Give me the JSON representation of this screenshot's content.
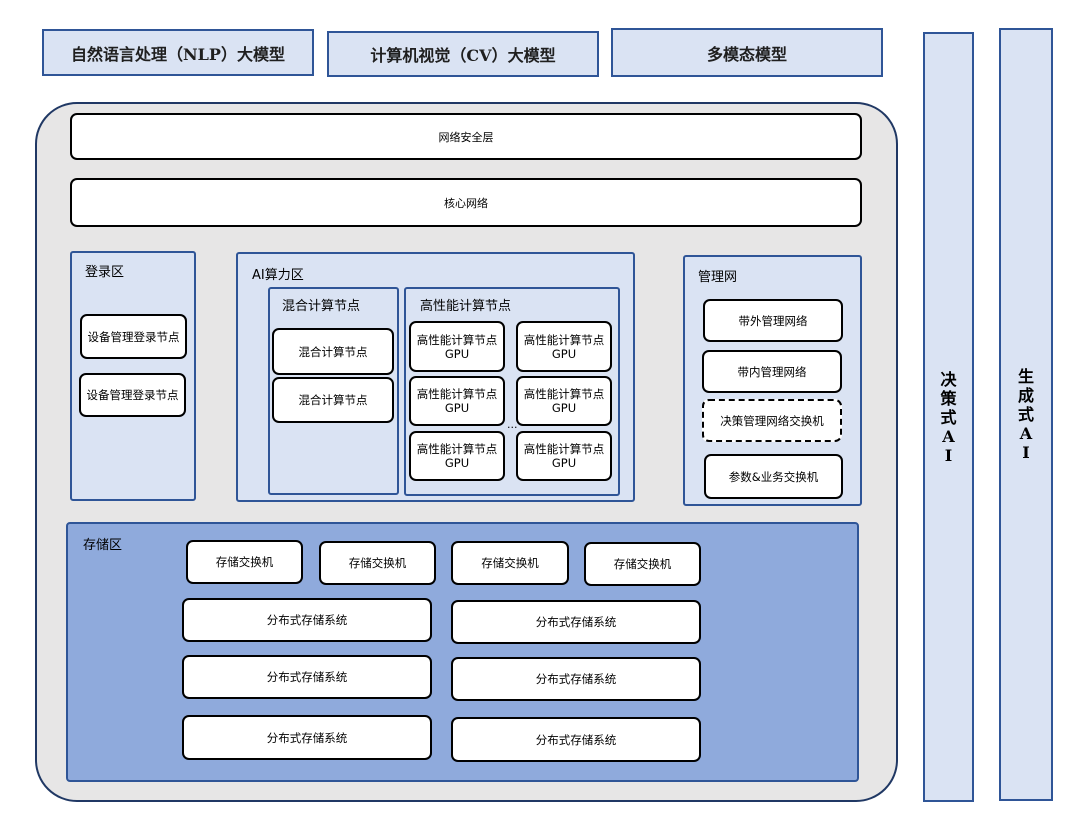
{
  "top_models": [
    "自然语言处理（NLP）大模型",
    "计算机视觉（CV）大模型",
    "多模态模型"
  ],
  "side_labels": [
    "决策式AI",
    "生成式AI"
  ],
  "layers": {
    "security": "网络安全层",
    "core": "核心网络"
  },
  "login_zone": {
    "title": "登录区",
    "nodes": [
      "设备管理登录节点",
      "设备管理登录节点"
    ]
  },
  "ai_zone": {
    "title": "AI算力区",
    "mixed": {
      "title": "混合计算节点",
      "nodes": [
        "混合计算节点",
        "混合计算节点"
      ]
    },
    "hpc": {
      "title": "高性能计算节点",
      "nodes": [
        "高性能计算节点GPU",
        "高性能计算节点GPU",
        "高性能计算节点GPU",
        "高性能计算节点GPU",
        "高性能计算节点GPU",
        "高性能计算节点GPU"
      ],
      "ellipsis": "..."
    }
  },
  "mgmt_zone": {
    "title": "管理网",
    "nodes": [
      "带外管理网络",
      "带内管理网络",
      "决策管理网络交换机",
      "参数&业务交换机"
    ]
  },
  "storage_zone": {
    "title": "存储区",
    "switches": [
      "存储交换机",
      "存储交换机",
      "存储交换机",
      "存储交换机"
    ],
    "systems": [
      "分布式存储系统",
      "分布式存储系统",
      "分布式存储系统",
      "分布式存储系统",
      "分布式存储系统",
      "分布式存储系统"
    ]
  },
  "colors": {
    "light_blue": "#dae3f3",
    "border_blue": "#2f5597",
    "storage_blue": "#8faadc",
    "outer_gray": "#e7e6e6"
  }
}
